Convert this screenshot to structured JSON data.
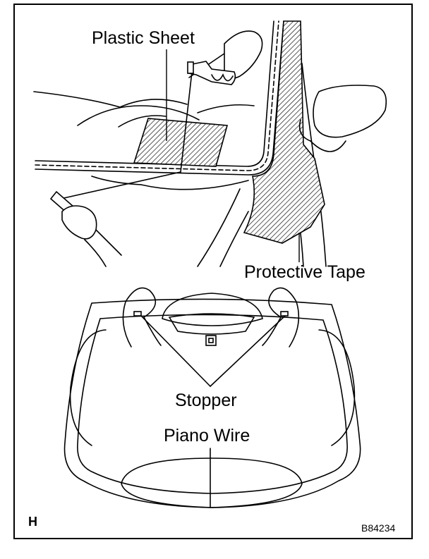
{
  "labels": {
    "plastic_sheet": "Plastic Sheet",
    "protective_tape": "Protective Tape",
    "stopper": "Stopper",
    "piano_wire": "Piano Wire"
  },
  "corner_letter": "H",
  "figure_id": "B84234",
  "colors": {
    "ink": "#000000",
    "paper": "#ffffff"
  }
}
